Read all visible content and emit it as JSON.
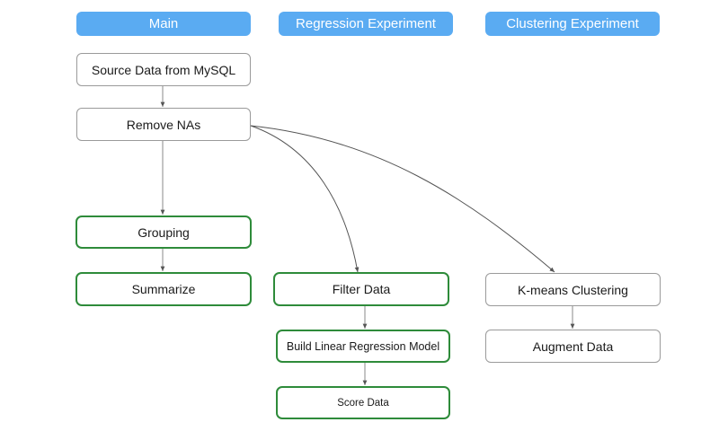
{
  "lanes": {
    "main": "Main",
    "regression": "Regression Experiment",
    "clustering": "Clustering Experiment"
  },
  "nodes": {
    "source_data": "Source Data from MySQL",
    "remove_nas": "Remove NAs",
    "grouping": "Grouping",
    "summarize": "Summarize",
    "filter_data": "Filter Data",
    "build_model": "Build Linear Regression Model",
    "score_data": "Score Data",
    "kmeans": "K-means Clustering",
    "augment_data": "Augment Data"
  },
  "colors": {
    "lane_header": "#5aabf2",
    "highlight_border": "#2e8b3a",
    "plain_border": "#9a9a9a",
    "edge": "#888888"
  }
}
